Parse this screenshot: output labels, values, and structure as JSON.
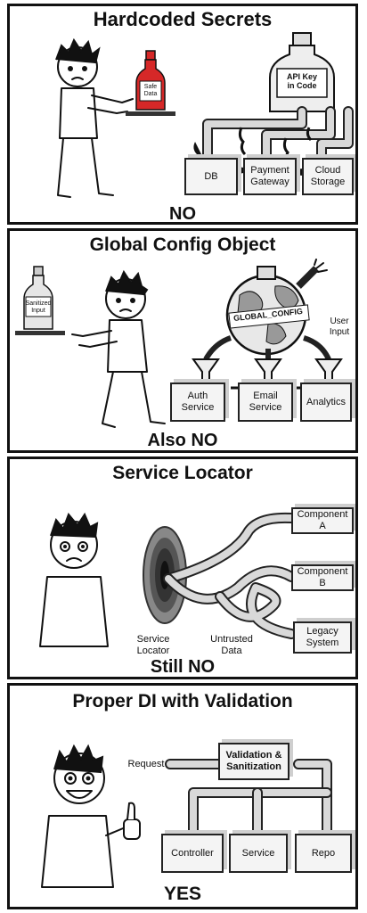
{
  "panels": [
    {
      "title": "Hardcoded Secrets",
      "verdict": "NO",
      "bottle_label": "Safe\nData",
      "tank_label": "API Key\nin Code",
      "boxes": [
        "DB",
        "Payment\nGateway",
        "Cloud\nStorage"
      ]
    },
    {
      "title": "Global Config Object",
      "verdict": "Also NO",
      "bottle_label": "Sanitized\nInput",
      "globe_label": "GLOBAL_CONFIG",
      "input_label": "User\nInput",
      "boxes": [
        "Auth\nService",
        "Email\nService",
        "Analytics"
      ]
    },
    {
      "title": "Service Locator",
      "verdict": "Still NO",
      "portal_label": "Service\nLocator",
      "data_label": "Untrusted\nData",
      "boxes": [
        "Component A",
        "Component B",
        "Legacy\nSystem"
      ]
    },
    {
      "title": "Proper DI with Validation",
      "verdict": "YES",
      "request_label": "Request",
      "validator_label": "Validation &\nSanitization",
      "boxes": [
        "Controller",
        "Service",
        "Repo"
      ]
    }
  ],
  "colors": {
    "ink": "#111111",
    "bottle_red": "#d62828",
    "oil": "#111111",
    "paper": "#ffffff"
  }
}
